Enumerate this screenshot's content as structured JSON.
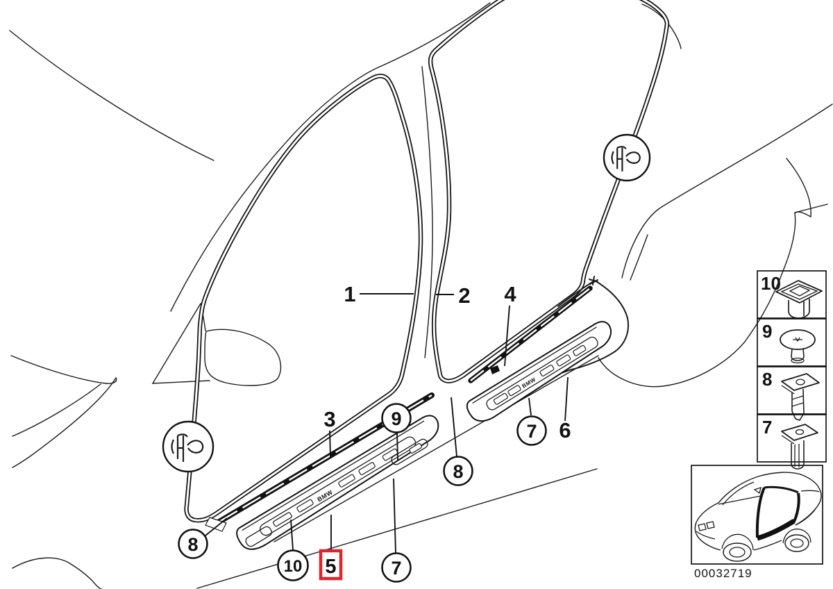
{
  "callouts": {
    "n1": {
      "label": "1"
    },
    "n2": {
      "label": "2"
    },
    "n3": {
      "label": "3"
    },
    "n4": {
      "label": "4"
    },
    "n5": {
      "label": "5",
      "highlighted": true
    },
    "n6": {
      "label": "6"
    },
    "n7_front": {
      "label": "7"
    },
    "n7_rear": {
      "label": "7"
    },
    "n8_left": {
      "label": "8"
    },
    "n8_right": {
      "label": "8"
    },
    "n9": {
      "label": "9"
    },
    "n10": {
      "label": "10"
    }
  },
  "legend": {
    "rows": [
      {
        "number": "10",
        "icon": "grommet-nut-icon"
      },
      {
        "number": "9",
        "icon": "push-rivet-icon"
      },
      {
        "number": "8",
        "icon": "expansion-clip-icon"
      },
      {
        "number": "7",
        "icon": "ribbed-expansion-clip-icon"
      }
    ]
  },
  "inset": {
    "part_code": "00032719",
    "highlight": "front-door-aperture"
  },
  "branding": {
    "front_sill_logo": "BMW",
    "rear_sill_logo": "BMW"
  },
  "colors": {
    "highlight_red": "#e2232a",
    "line_black": "#1a1a1a",
    "background": "#ffffff"
  }
}
